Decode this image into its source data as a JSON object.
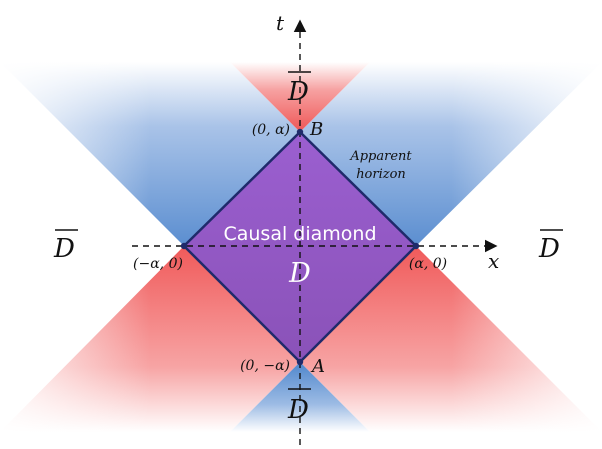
{
  "diagram": {
    "axes": {
      "t_label": "t",
      "x_label": "x"
    },
    "labels": {
      "dbar_top": "D",
      "dbar_bottom": "D",
      "dbar_left": "D",
      "dbar_right": "D",
      "d_center": "D",
      "causal_diamond": "Causal diamond",
      "apparent_horizon_line1": "Apparent",
      "apparent_horizon_line2": "horizon"
    },
    "points": {
      "B_name": "B",
      "B_coord": "(0, α)",
      "A_name": "A",
      "A_coord": "(0, −α)",
      "left_coord": "(−α, 0)",
      "right_coord": "(α, 0)"
    },
    "colors": {
      "blue": "#5b8ed0",
      "red": "#f05a5a",
      "diamond_fill": "#9a5cc6",
      "diamond_stroke": "#1f2a6b",
      "axis": "#111111"
    }
  }
}
